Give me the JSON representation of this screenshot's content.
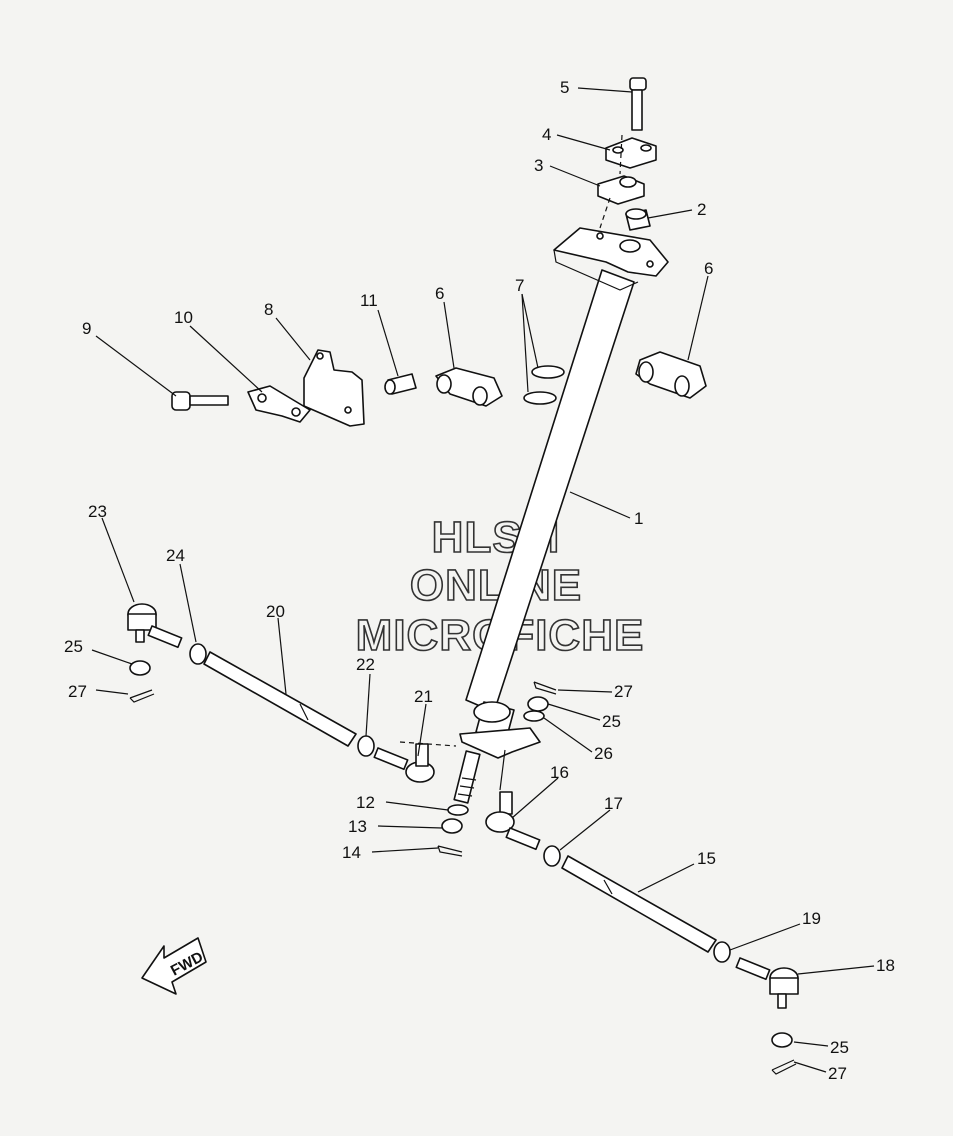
{
  "diagram": {
    "watermark": [
      "HLSM",
      "ONLINE",
      "MICROFICHE"
    ],
    "direction_label": "FWD",
    "callouts": [
      {
        "id": "c1",
        "label": "1"
      },
      {
        "id": "c2",
        "label": "2"
      },
      {
        "id": "c3",
        "label": "3"
      },
      {
        "id": "c4",
        "label": "4"
      },
      {
        "id": "c5",
        "label": "5"
      },
      {
        "id": "c6a",
        "label": "6"
      },
      {
        "id": "c6b",
        "label": "6"
      },
      {
        "id": "c7",
        "label": "7"
      },
      {
        "id": "c8",
        "label": "8"
      },
      {
        "id": "c9",
        "label": "9"
      },
      {
        "id": "c10",
        "label": "10"
      },
      {
        "id": "c11",
        "label": "11"
      },
      {
        "id": "c12",
        "label": "12"
      },
      {
        "id": "c13",
        "label": "13"
      },
      {
        "id": "c14",
        "label": "14"
      },
      {
        "id": "c15",
        "label": "15"
      },
      {
        "id": "c16",
        "label": "16"
      },
      {
        "id": "c17",
        "label": "17"
      },
      {
        "id": "c18",
        "label": "18"
      },
      {
        "id": "c19",
        "label": "19"
      },
      {
        "id": "c20",
        "label": "20"
      },
      {
        "id": "c21",
        "label": "21"
      },
      {
        "id": "c22",
        "label": "22"
      },
      {
        "id": "c23",
        "label": "23"
      },
      {
        "id": "c24",
        "label": "24"
      },
      {
        "id": "c25a",
        "label": "25"
      },
      {
        "id": "c25b",
        "label": "25"
      },
      {
        "id": "c25c",
        "label": "25"
      },
      {
        "id": "c26",
        "label": "26"
      },
      {
        "id": "c27a",
        "label": "27"
      },
      {
        "id": "c27b",
        "label": "27"
      },
      {
        "id": "c27c",
        "label": "27"
      }
    ]
  }
}
